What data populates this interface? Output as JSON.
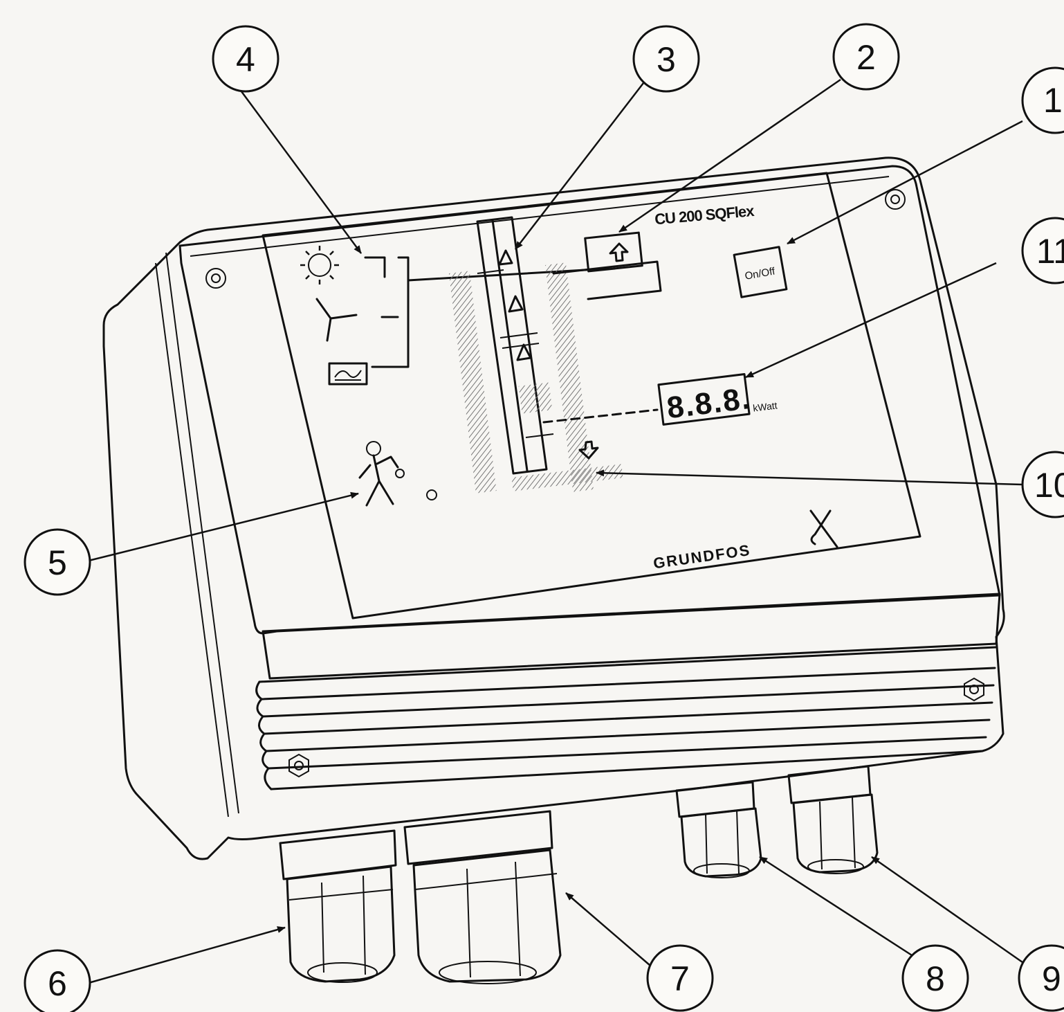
{
  "diagram": {
    "model_label": "CU 200 SQFlex",
    "on_off_label": "On/Off",
    "display_digits": "8.8.8.",
    "display_unit": "kWatt",
    "brand_logo": "GRUNDFOS",
    "callouts": [
      "1",
      "2",
      "3",
      "4",
      "5",
      "6",
      "7",
      "8",
      "9",
      "10",
      "11"
    ]
  },
  "icons": {
    "sun": "sun-icon",
    "wind": "wind-turbine-icon",
    "ac": "ac-generator-icon",
    "service": "service-man-icon",
    "arrow_up": "arrow-up-icon",
    "arrow_down": "arrow-down-icon",
    "warning": "warning-triangle-icon"
  },
  "colors": {
    "ink": "#111111",
    "paper": "#f7f6f3",
    "hatch": "#888888"
  }
}
